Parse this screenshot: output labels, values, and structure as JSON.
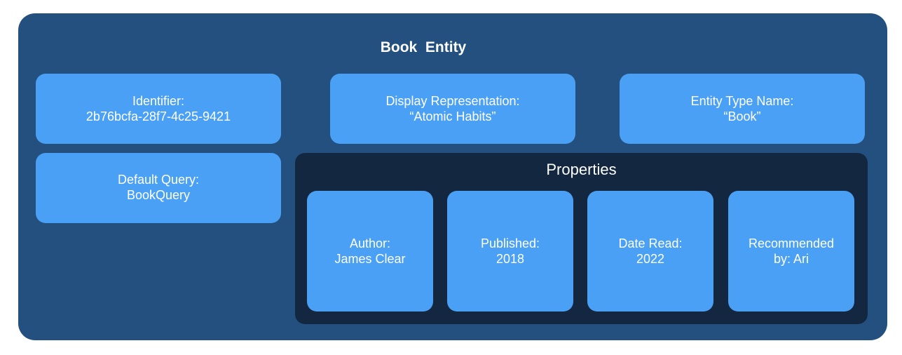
{
  "title": "Book  Entity",
  "identifier": {
    "label": "Identifier:",
    "value": "2b76bcfa-28f7-4c25-9421"
  },
  "display_representation": {
    "label": "Display Representation:",
    "value": "“Atomic Habits”"
  },
  "entity_type_name": {
    "label": "Entity Type Name:",
    "value": "“Book”"
  },
  "default_query": {
    "label": "Default Query:",
    "value": "BookQuery"
  },
  "properties": {
    "title": "Properties",
    "items": [
      {
        "label": "Author:",
        "value": "James Clear"
      },
      {
        "label": "Published:",
        "value": "2018"
      },
      {
        "label": "Date Read:",
        "value": "2022"
      },
      {
        "label": "Recommended",
        "value": "by: Ari"
      }
    ]
  },
  "colors": {
    "entity_panel": "#23507e",
    "box": "#4aa0f5",
    "properties_panel": "#132840",
    "text": "#ffffff"
  }
}
